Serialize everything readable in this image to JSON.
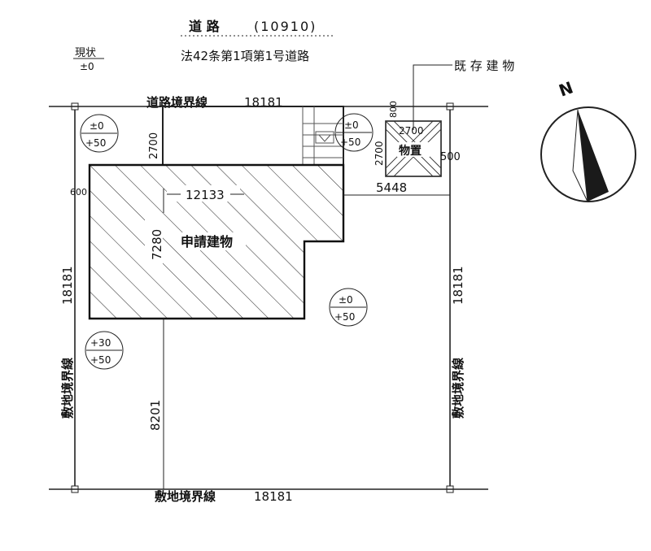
{
  "road": {
    "title": "道 路",
    "width": "(10910)",
    "type": "法42条第1項第1号道路",
    "boundary_label": "道路境界線",
    "boundary_length": "18181"
  },
  "current_badge": {
    "line1": "現状",
    "line2": "±0"
  },
  "existing_building": {
    "label": "既 存 建 物"
  },
  "shed": {
    "label": "物置"
  },
  "building": {
    "label": "申請建物"
  },
  "site": {
    "boundary_label": "敷地境界線",
    "boundary_length": "18181"
  },
  "dimensions": {
    "d2700_road": "2700",
    "d600": "600",
    "d12133": "12133",
    "d7280": "7280",
    "d8201": "8201",
    "d800": "800",
    "d2700_shed_w": "2700",
    "d2700_shed_h": "2700",
    "d500": "500",
    "d5448": "5448"
  },
  "levels": {
    "left_top": {
      "top": "±0",
      "bottom": "+50"
    },
    "left_bottom": {
      "top": "+30",
      "bottom": "+50"
    },
    "mid_top": {
      "top": "±0",
      "bottom": "+50"
    },
    "mid_right": {
      "top": "±0",
      "bottom": "+50"
    }
  },
  "north": {
    "label": "N"
  }
}
